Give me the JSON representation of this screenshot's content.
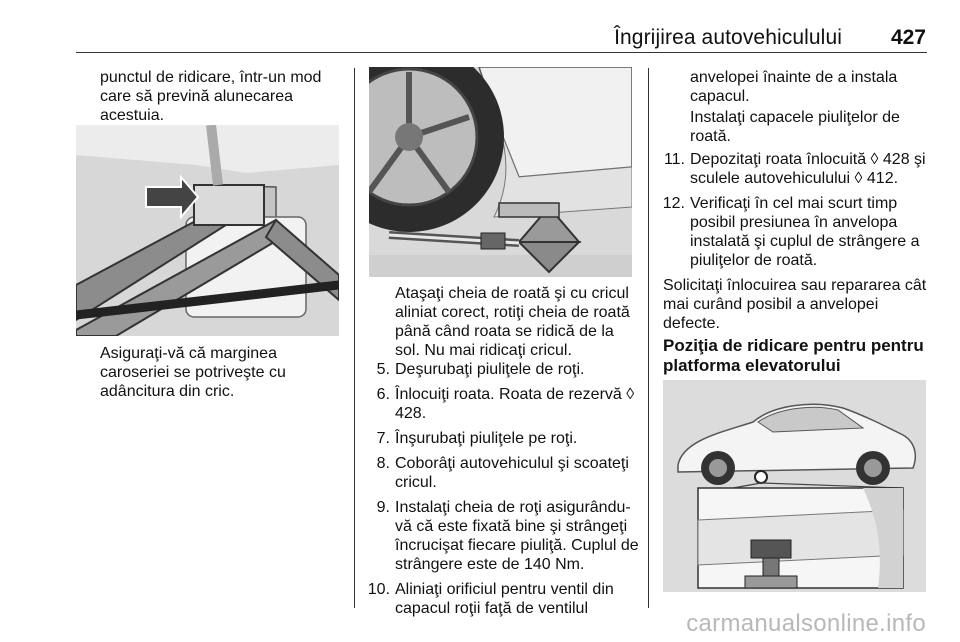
{
  "header": {
    "title": "Îngrijirea autovehiculului",
    "page_number": "427"
  },
  "col1": {
    "intro": "punctul de ridicare, într-un mod care să prevină alunecarea acestuia.",
    "caption": "Asiguraţi-vă că marginea caroseriei se potriveşte cu adâncitura din cric."
  },
  "col2": {
    "caption": "Ataşaţi cheia de roată şi cu cricul aliniat corect, rotiţi cheia de roată până când roata se ridică de la sol. Nu mai ridicaţi cricul.",
    "steps": [
      {
        "num": "5.",
        "text": "Deşurubaţi piuliţele de roţi."
      },
      {
        "num": "6.",
        "text": "Înlocuiţi roata. Roata de rezervă ◊ 428."
      },
      {
        "num": "7.",
        "text": "Înşurubaţi piuliţele pe roţi."
      },
      {
        "num": "8.",
        "text": "Coborâţi autovehiculul şi scoateţi cricul."
      },
      {
        "num": "9.",
        "text": "Instalaţi cheia de roţi asigurându-vă că este fixată bine şi strângeţi încrucişat fiecare piuliţă. Cuplul de strângere este de 140 Nm."
      },
      {
        "num": "10.",
        "text": "Aliniaţi orificiul pentru ventil din capacul roţii faţă de ventilul"
      }
    ]
  },
  "col3": {
    "continuation": "anvelopei înainte de a instala capacul.",
    "para2": "Instalaţi capacele piuliţelor de roată.",
    "steps": [
      {
        "num": "11.",
        "text": "Depozitaţi roata înlocuită ◊ 428 şi sculele autovehiculului ◊ 412."
      },
      {
        "num": "12.",
        "text": "Verificaţi în cel mai scurt timp posibil presiunea în anvelopa instalată şi cuplul de strângere a piuliţelor de roată."
      }
    ],
    "note": "Solicitaţi înlocuirea sau repararea cât mai curând posibil a anvelopei defecte.",
    "heading": "Poziţia de ridicare pentru pentru platforma elevatorului"
  },
  "watermark": "carmanualsonline.info"
}
